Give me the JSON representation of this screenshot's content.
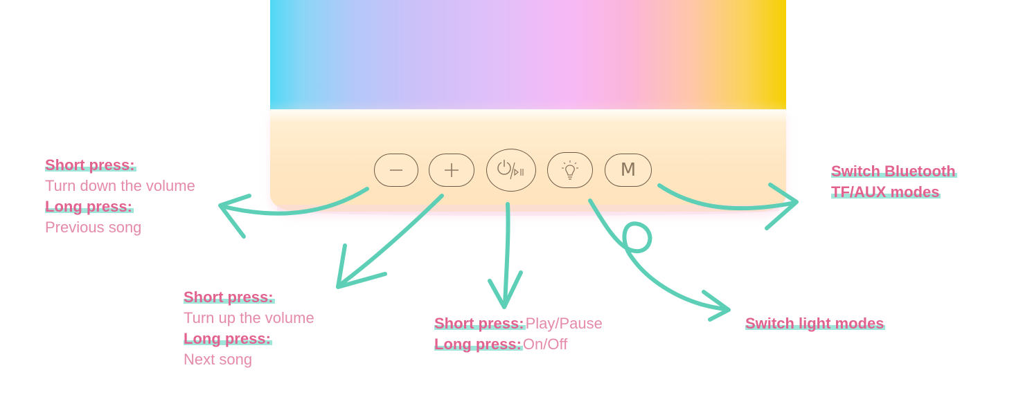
{
  "colors": {
    "label_pink": "#e0729a",
    "highlight_teal": "#9fe6da",
    "arrow_teal": "#5ccfb6"
  },
  "buttons": {
    "minus_icon": "minus-icon",
    "plus_icon": "plus-icon",
    "power_icon": "power-play-pause-icon",
    "light_icon": "light-bulb-icon",
    "mode_letter": "M"
  },
  "callouts": {
    "minus": {
      "short_title": "Short press:",
      "short_text": "Turn down the volume",
      "long_title": "Long press:",
      "long_text": "Previous song"
    },
    "plus": {
      "short_title": "Short press:",
      "short_text": "Turn up the volume",
      "long_title": "Long press:",
      "long_text": "Next song"
    },
    "power": {
      "short_title": "Short press:",
      "short_text": "Play/Pause",
      "long_title": "Long press:",
      "long_text": "On/Off"
    },
    "light": {
      "text": "Switch light modes"
    },
    "mode": {
      "line1": "Switch Bluetooth",
      "line2": "TF/AUX modes"
    }
  }
}
